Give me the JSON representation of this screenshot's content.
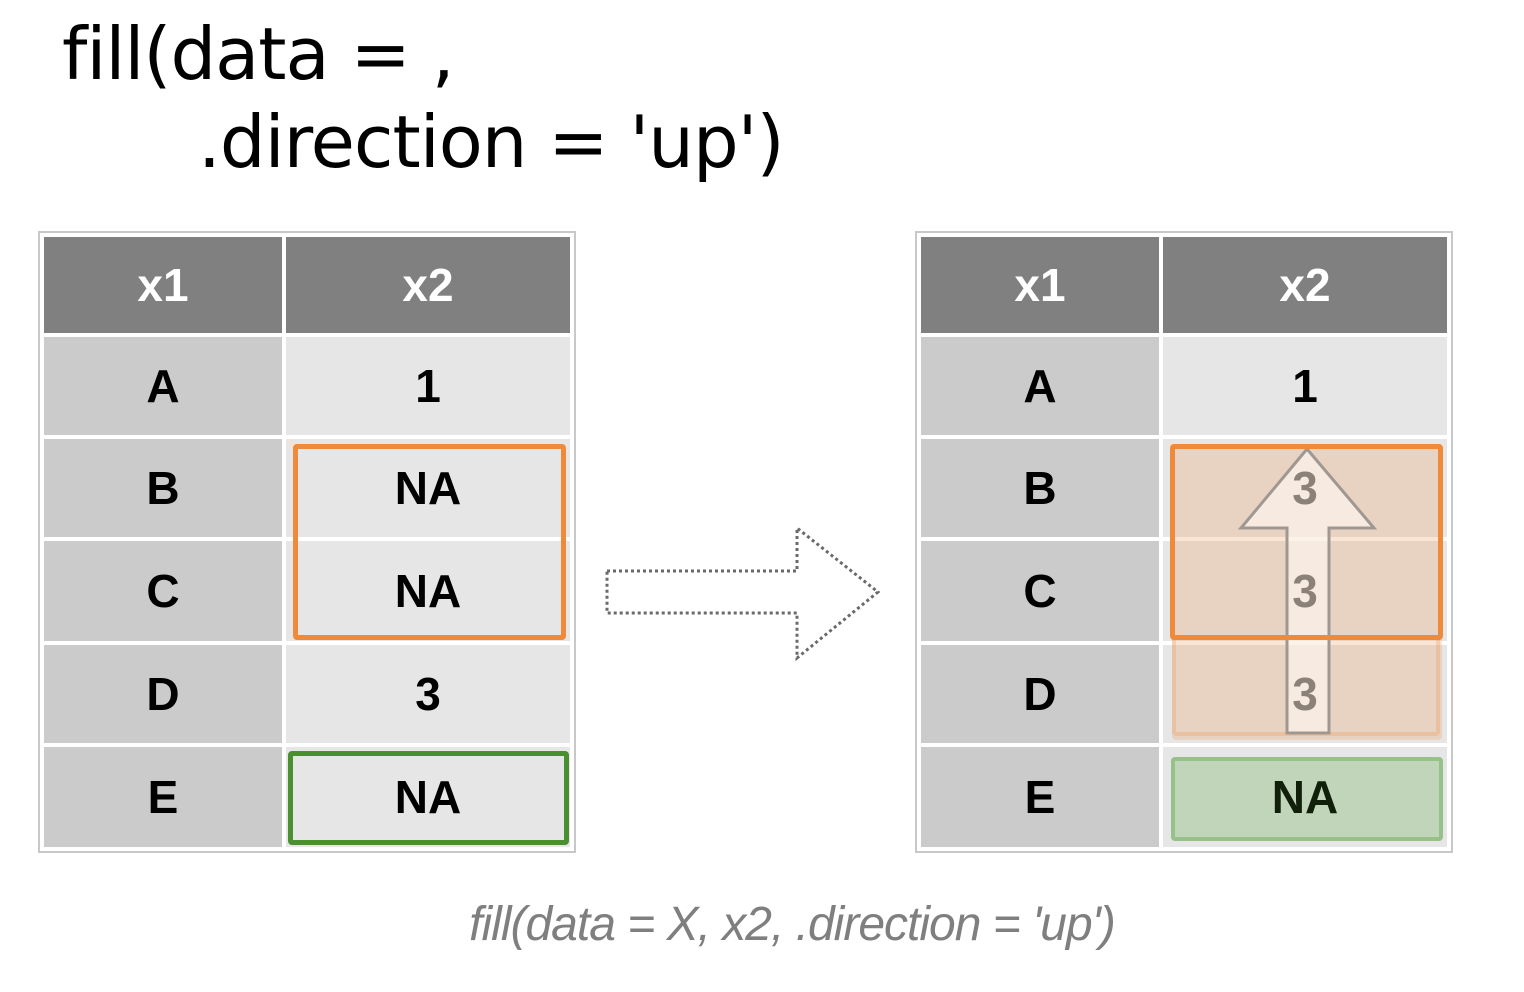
{
  "code": {
    "line1": "fill(data = ,",
    "line2": ".direction = 'up')"
  },
  "left_table": {
    "headers": [
      "x1",
      "x2"
    ],
    "rows": [
      [
        "A",
        "1"
      ],
      [
        "B",
        "NA"
      ],
      [
        "C",
        "NA"
      ],
      [
        "D",
        "3"
      ],
      [
        "E",
        "NA"
      ]
    ]
  },
  "right_table": {
    "headers": [
      "x1",
      "x2"
    ],
    "rows": [
      [
        "A",
        "1"
      ],
      [
        "B",
        "3"
      ],
      [
        "C",
        "3"
      ],
      [
        "D",
        "3"
      ],
      [
        "E",
        "NA"
      ]
    ]
  },
  "caption": "fill(data = X, x2, .direction = 'up')",
  "colors": {
    "header": "#808080",
    "key_cell": "#cbcbcb",
    "value_cell": "#e6e6e6",
    "highlight_orange": "#ee8a3a",
    "highlight_green": "#4a9030",
    "filled_text": "#8c8178"
  }
}
